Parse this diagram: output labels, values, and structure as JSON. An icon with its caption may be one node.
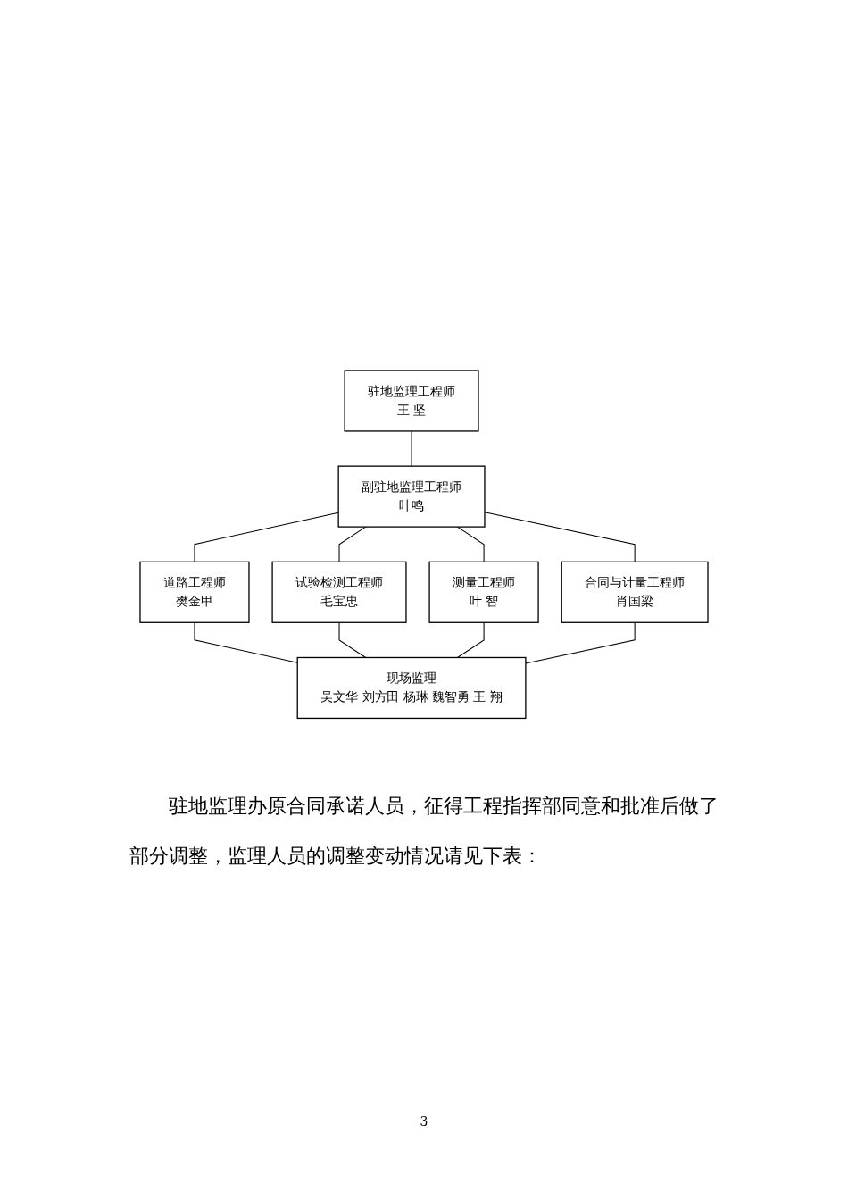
{
  "diagram": {
    "nodes": [
      {
        "text": [
          "驻地监理工程师",
          "王 坚"
        ]
      },
      {
        "text": [
          "副驻地监理工程师",
          "叶鸣"
        ]
      },
      {
        "text": [
          "道路工程师",
          "樊金甲"
        ]
      },
      {
        "text": [
          "试验检测工程师",
          "毛宝忠"
        ]
      },
      {
        "text": [
          "测量工程师",
          "叶 智"
        ]
      },
      {
        "text": [
          "合同与计量工程师",
          "肖国梁"
        ]
      },
      {
        "text": [
          "现场监理",
          "吴文华 刘方田 杨琳 魏智勇 王 翔"
        ]
      }
    ],
    "edges": [
      {
        "from": 0,
        "to": 1,
        "arrow": "none"
      },
      {
        "from": 1,
        "to": 2,
        "arrow": "none"
      },
      {
        "from": 1,
        "to": 3,
        "arrow": "none"
      },
      {
        "from": 1,
        "to": 4,
        "arrow": "none"
      },
      {
        "from": 1,
        "to": 5,
        "arrow": "none"
      },
      {
        "from": 2,
        "to": 6,
        "arrow": "none"
      },
      {
        "from": 3,
        "to": 6,
        "arrow": "none"
      },
      {
        "from": 4,
        "to": 6,
        "arrow": "none"
      },
      {
        "from": 5,
        "to": 6,
        "arrow": "none"
      }
    ],
    "labels": [
      "驻地监理办原合同承诺人员，征得工程指挥部同意和批准后做了部分调整，监理人员的调整变动情况请见下表：",
      "3"
    ]
  }
}
